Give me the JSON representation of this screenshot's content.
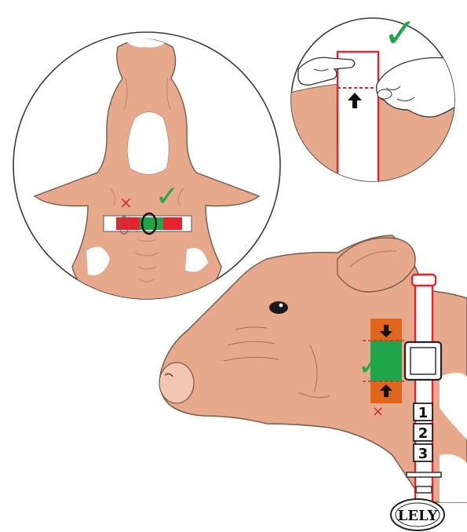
{
  "panels": {
    "top_view": {
      "correct_mark": "✓",
      "wrong_mark": "×"
    },
    "tightness_check": {
      "correct_mark": "✓"
    },
    "side_view": {
      "correct_mark": "✓",
      "wrong_mark": "×"
    }
  },
  "collar": {
    "size_numbers": [
      "1",
      "2",
      "3"
    ],
    "tag_logo": "LELY"
  },
  "colors": {
    "skin": "#e6a98c",
    "skin_shade": "#c98a6e",
    "outline": "#7a5a4a",
    "collar_red": "#e8222a",
    "check_green": "#1fa64a",
    "zone_orange": "#e0661c",
    "wrong_red": "#d8262e"
  },
  "icons": [
    "check-icon",
    "cross-icon",
    "arrow-down-icon",
    "arrow-up-icon"
  ]
}
